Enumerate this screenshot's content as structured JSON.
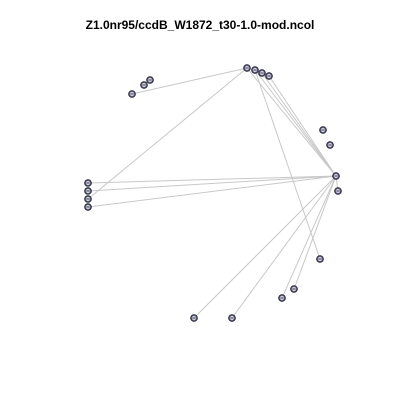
{
  "title": "Z1.0nr95/ccdB_W1872_t30-1.0-mod.ncol",
  "colors": {
    "background": "#ffffff",
    "edge": "#c8c8c8",
    "node_ring": "#5c5c78",
    "node_core": "#d8d8e8"
  },
  "graph": {
    "nodes": [
      "n1",
      "n2",
      "n3",
      "n4",
      "n5",
      "n6",
      "n7",
      "n8",
      "n9",
      "hub",
      "n11",
      "n12",
      "n13",
      "n14",
      "n15",
      "n16",
      "n17",
      "n18",
      "n19",
      "n20",
      "n21"
    ],
    "edges": [
      [
        "n4",
        "n3"
      ],
      [
        "n4",
        "n14"
      ],
      [
        "n4",
        "hub"
      ],
      [
        "n5",
        "hub"
      ],
      [
        "n6",
        "hub"
      ],
      [
        "n7",
        "hub"
      ],
      [
        "n5",
        "n16"
      ],
      [
        "hub",
        "n12"
      ],
      [
        "hub",
        "n13"
      ],
      [
        "hub",
        "n15"
      ],
      [
        "hub",
        "n17"
      ],
      [
        "hub",
        "n18"
      ],
      [
        "hub",
        "n19"
      ],
      [
        "hub",
        "n20"
      ],
      [
        "hub",
        "n21"
      ],
      [
        "n1",
        "n2"
      ]
    ]
  }
}
